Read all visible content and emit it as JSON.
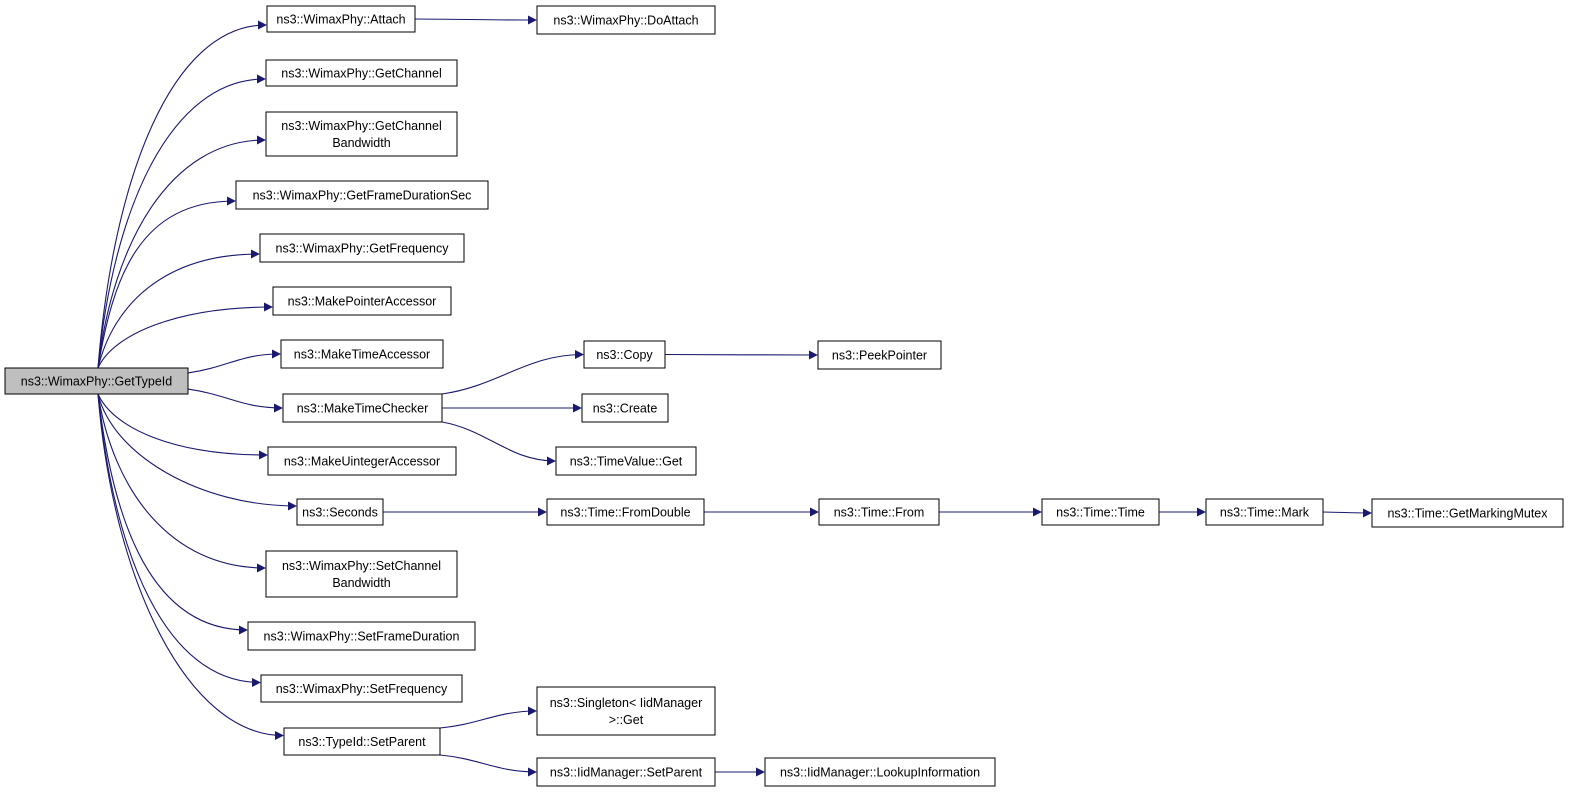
{
  "colors": {
    "edge": "#191970",
    "node_border": "#000000",
    "node_fill": "#ffffff",
    "root_fill": "#bfbfbf"
  },
  "nodes": [
    {
      "id": "root",
      "lines": [
        "ns3::WimaxPhy::GetTypeId"
      ],
      "root": true
    },
    {
      "id": "attach",
      "lines": [
        "ns3::WimaxPhy::Attach"
      ]
    },
    {
      "id": "doattach",
      "lines": [
        "ns3::WimaxPhy::DoAttach"
      ]
    },
    {
      "id": "getchannel",
      "lines": [
        "ns3::WimaxPhy::GetChannel"
      ]
    },
    {
      "id": "getchannelbw",
      "lines": [
        "ns3::WimaxPhy::GetChannel",
        "Bandwidth"
      ]
    },
    {
      "id": "getframedur",
      "lines": [
        "ns3::WimaxPhy::GetFrameDurationSec"
      ]
    },
    {
      "id": "getfreq",
      "lines": [
        "ns3::WimaxPhy::GetFrequency"
      ]
    },
    {
      "id": "makeptr",
      "lines": [
        "ns3::MakePointerAccessor"
      ]
    },
    {
      "id": "maketimeacc",
      "lines": [
        "ns3::MakeTimeAccessor"
      ]
    },
    {
      "id": "maketimechk",
      "lines": [
        "ns3::MakeTimeChecker"
      ]
    },
    {
      "id": "makeuint",
      "lines": [
        "ns3::MakeUintegerAccessor"
      ]
    },
    {
      "id": "seconds",
      "lines": [
        "ns3::Seconds"
      ]
    },
    {
      "id": "setchannelbw",
      "lines": [
        "ns3::WimaxPhy::SetChannel",
        "Bandwidth"
      ]
    },
    {
      "id": "setframedur",
      "lines": [
        "ns3::WimaxPhy::SetFrameDuration"
      ]
    },
    {
      "id": "setfreq",
      "lines": [
        "ns3::WimaxPhy::SetFrequency"
      ]
    },
    {
      "id": "setparent",
      "lines": [
        "ns3::TypeId::SetParent"
      ]
    },
    {
      "id": "copy",
      "lines": [
        "ns3::Copy"
      ]
    },
    {
      "id": "peekptr",
      "lines": [
        "ns3::PeekPointer"
      ]
    },
    {
      "id": "create",
      "lines": [
        "ns3::Create"
      ]
    },
    {
      "id": "timevalueget",
      "lines": [
        "ns3::TimeValue::Get"
      ]
    },
    {
      "id": "fromdouble",
      "lines": [
        "ns3::Time::FromDouble"
      ]
    },
    {
      "id": "timefrom",
      "lines": [
        "ns3::Time::From"
      ]
    },
    {
      "id": "timetime",
      "lines": [
        "ns3::Time::Time"
      ]
    },
    {
      "id": "timemark",
      "lines": [
        "ns3::Time::Mark"
      ]
    },
    {
      "id": "getmarkingmutex",
      "lines": [
        "ns3::Time::GetMarkingMutex"
      ]
    },
    {
      "id": "singletonget",
      "lines": [
        "ns3::Singleton< IidManager",
        " >::Get"
      ]
    },
    {
      "id": "iidsetparent",
      "lines": [
        "ns3::IidManager::SetParent"
      ]
    },
    {
      "id": "lookupinfo",
      "lines": [
        "ns3::IidManager::LookupInformation"
      ]
    }
  ],
  "edges": [
    {
      "from": "root",
      "to": "attach"
    },
    {
      "from": "root",
      "to": "getchannel"
    },
    {
      "from": "root",
      "to": "getchannelbw"
    },
    {
      "from": "root",
      "to": "getframedur"
    },
    {
      "from": "root",
      "to": "getfreq"
    },
    {
      "from": "root",
      "to": "makeptr"
    },
    {
      "from": "root",
      "to": "maketimeacc"
    },
    {
      "from": "root",
      "to": "maketimechk"
    },
    {
      "from": "root",
      "to": "makeuint"
    },
    {
      "from": "root",
      "to": "seconds"
    },
    {
      "from": "root",
      "to": "setchannelbw"
    },
    {
      "from": "root",
      "to": "setframedur"
    },
    {
      "from": "root",
      "to": "setfreq"
    },
    {
      "from": "root",
      "to": "setparent"
    },
    {
      "from": "attach",
      "to": "doattach"
    },
    {
      "from": "maketimechk",
      "to": "copy"
    },
    {
      "from": "maketimechk",
      "to": "create"
    },
    {
      "from": "maketimechk",
      "to": "timevalueget"
    },
    {
      "from": "copy",
      "to": "peekptr"
    },
    {
      "from": "seconds",
      "to": "fromdouble"
    },
    {
      "from": "fromdouble",
      "to": "timefrom"
    },
    {
      "from": "timefrom",
      "to": "timetime"
    },
    {
      "from": "timetime",
      "to": "timemark"
    },
    {
      "from": "timemark",
      "to": "getmarkingmutex"
    },
    {
      "from": "setparent",
      "to": "singletonget"
    },
    {
      "from": "setparent",
      "to": "iidsetparent"
    },
    {
      "from": "iidsetparent",
      "to": "lookupinfo"
    }
  ]
}
